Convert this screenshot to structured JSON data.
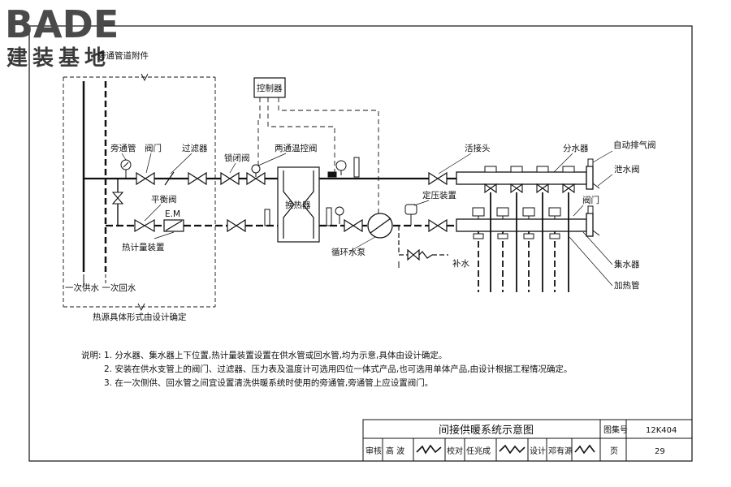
{
  "logo": {
    "latin": "BADE",
    "cjk": "建装基地"
  },
  "top_label_fragment": "旁通管道附件",
  "labels": {
    "controller": "控制器",
    "bypass_pipe": "旁通管",
    "valve": "阀门",
    "filter": "过滤器",
    "lock_valve": "锁闭阀",
    "two_way_valve": "两通温控阀",
    "union": "活接头",
    "distributor": "分水器",
    "auto_vent": "自动排气阀",
    "drain_valve": "泄水阀",
    "balance_valve": "平衡阀",
    "em": "E.M",
    "heat_exchanger": "换热器",
    "pressure_device": "定压装置",
    "valve2": "阀门",
    "heat_meter": "热计量装置",
    "circ_pump": "循环水泵",
    "makeup_water": "补水",
    "collector": "集水器",
    "heating_pipe": "加热管",
    "primary_supply_return": "一次供水 一次回水",
    "heat_source_note": "热源具体形式由设计确定"
  },
  "notes": {
    "prefix": "说明:",
    "items": [
      "1. 分水器、集水器上下位置,热计量装置设置在供水管或回水管,均为示意,具体由设计确定。",
      "2. 安装在供水支管上的阀门、过滤器、压力表及温度计可选用四位一体式产品,也可选用单体产品,由设计根据工程情况确定。",
      "3. 在一次侧供、回水管之间宜设置清洗供暖系统时使用的旁通管,旁通管上应设置阀门。"
    ]
  },
  "title_block": {
    "title": "间接供暖系统示意图",
    "atlas_label": "图集号",
    "atlas_no": "12K404",
    "page_label": "页",
    "page_no": "29",
    "review_label": "审核",
    "review_name": "高 波",
    "check_label": "校对",
    "check_name": "任兆成",
    "design_label": "设计",
    "design_name": "邓有源"
  }
}
